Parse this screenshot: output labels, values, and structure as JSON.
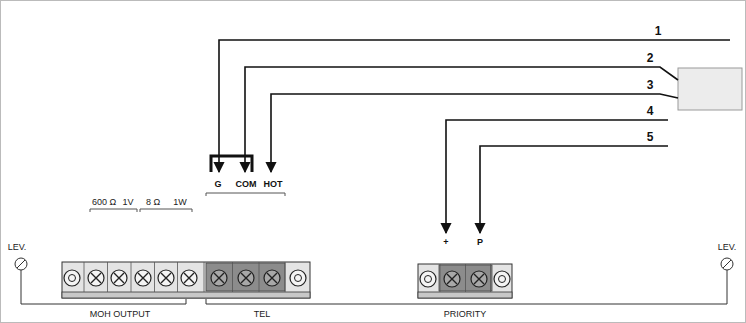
{
  "diagram": {
    "labels": [
      "1",
      "2",
      "3",
      "4",
      "5",
      "LEV.",
      "600 Ω",
      "1V",
      "8 Ω",
      "1W",
      "G",
      "COM",
      "HOT",
      "LEV.",
      "MOH OUTPUT",
      "TEL",
      "+",
      "P",
      "PRIORITY"
    ]
  }
}
